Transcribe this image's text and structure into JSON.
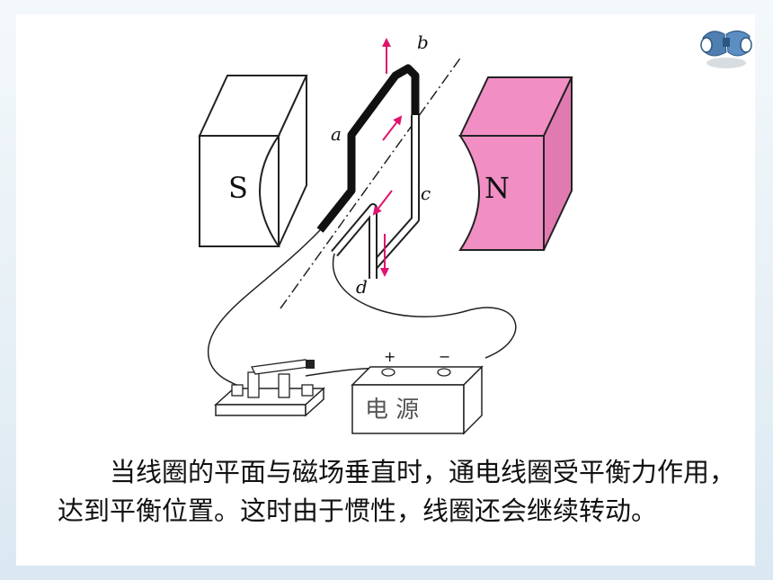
{
  "diagram": {
    "pole_south": "S",
    "pole_north": "N",
    "label_a": "a",
    "label_b": "b",
    "label_c": "c",
    "label_d": "d",
    "terminal_plus": "+",
    "terminal_minus": "−",
    "power_supply_label": "电 源",
    "colors": {
      "north_magnet": "#f18fc4",
      "current_arrow": "#e0136e",
      "outline": "#222222"
    }
  },
  "caption": {
    "text": "当线圈的平面与磁场垂直时，通电线圈受平衡力作用，达到平衡位置。这时由于惯性，线圈还会继续转动。"
  },
  "icons": {
    "corner": "binoculars-icon"
  }
}
